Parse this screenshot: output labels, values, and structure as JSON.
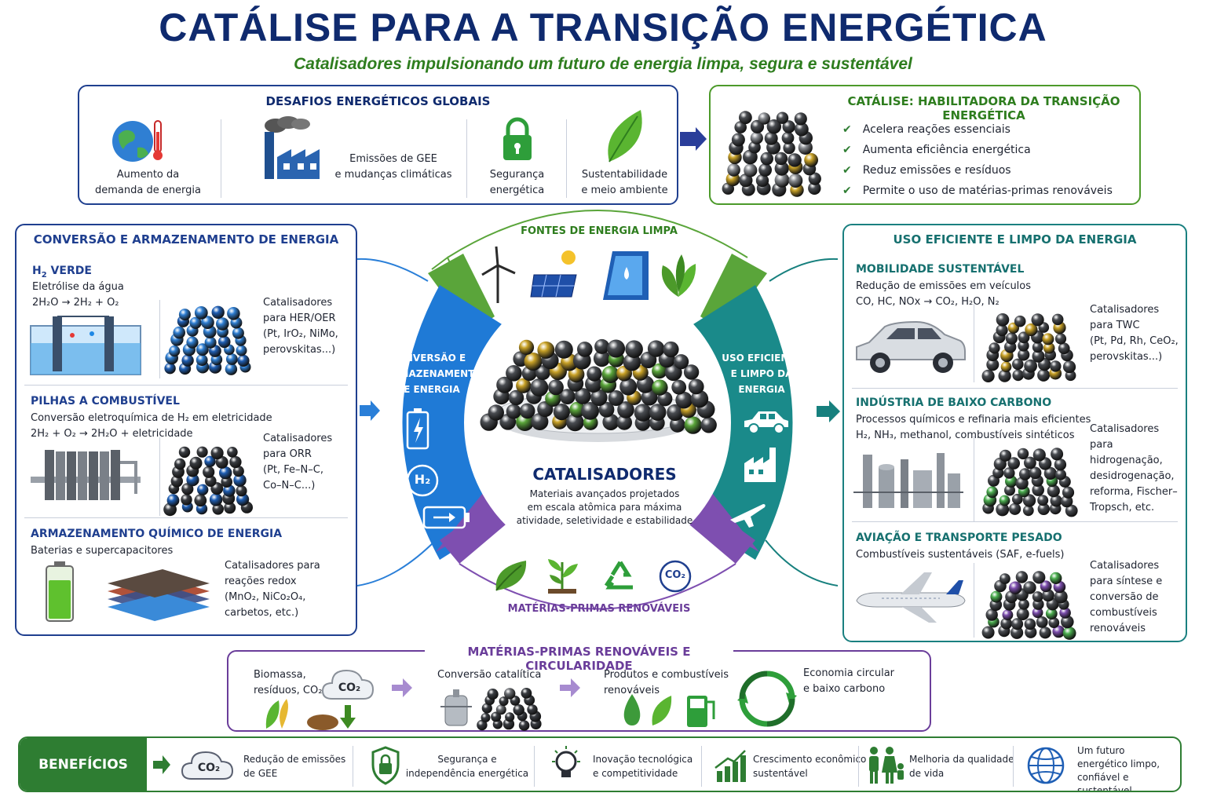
{
  "title": "CATÁLISE PARA A TRANSIÇÃO ENERGÉTICA",
  "subtitle": "Catalisadores impulsionando um futuro de energia limpa, segura e sustentável",
  "challenges": {
    "title": "DESAFIOS ENERGÉTICOS GLOBAIS",
    "items": [
      {
        "l1": "Aumento da",
        "l2": "demanda de energia",
        "icon": "globe-thermometer-icon"
      },
      {
        "l1": "Emissões de GEE",
        "l2": "e mudanças climáticas",
        "icon": "factory-icon"
      },
      {
        "l1": "Segurança",
        "l2": "energética",
        "icon": "padlock-icon"
      },
      {
        "l1": "Sustentabilidade",
        "l2": "e meio ambiente",
        "icon": "leaf-icon"
      }
    ]
  },
  "enabler": {
    "title": "CATÁLISE: HABILITADORA DA TRANSIÇÃO ENERGÉTICA",
    "items": [
      "Acelera reações essenciais",
      "Aumenta eficiência energética",
      "Reduz emissões e resíduos",
      "Permite o uso de matérias-primas renováveis"
    ]
  },
  "conversion": {
    "title": "CONVERSÃO E ARMAZENAMENTO DE ENERGIA",
    "h2": {
      "title_main": "H",
      "title_sub": "2",
      "title_rest": " VERDE",
      "desc": "Eletrólise da água",
      "eq": "2H₂O → 2H₂ + O₂",
      "cat": [
        "Catalisadores",
        "para HER/OER",
        "(Pt, IrO₂, NiMo,",
        "perovskitas...)"
      ]
    },
    "fuel": {
      "title": "PILHAS A COMBUSTÍVEL",
      "desc": "Conversão eletroquímica de H₂ em eletricidade",
      "eq": "2H₂ + O₂ → 2H₂O + eletricidade",
      "cat": [
        "Catalisadores",
        "para ORR",
        "(Pt, Fe–N–C,",
        "Co–N–C...)"
      ]
    },
    "storage": {
      "title": "ARMAZENAMENTO QUÍMICO DE ENERGIA",
      "desc": "Baterias e supercapacitores",
      "cat": [
        "Catalisadores para",
        "reações redox",
        "(MnO₂, NiCo₂O₄,",
        "carbetos, etc.)"
      ]
    }
  },
  "center": {
    "sources_title": "FONTES DE ENERGIA LIMPA",
    "left_arc": [
      "CONVERSÃO E",
      "ARMAZENAMENTO",
      "DE ENERGIA"
    ],
    "right_arc": [
      "USO EFICIENTE",
      "E LIMPO DA",
      "ENERGIA"
    ],
    "cat_title": "CATALISADORES",
    "cat_desc": [
      "Materiais avançados projetados",
      "em escala atômica para máxima",
      "atividade, seletividade e estabilidade"
    ],
    "renew_title": "MATÉRIAS-PRIMAS RENOVÁVEIS",
    "h2_label": "H₂",
    "co2_label": "CO₂"
  },
  "efficient": {
    "title": "USO EFICIENTE E LIMPO DA ENERGIA",
    "mobility": {
      "title": "MOBILIDADE SUSTENTÁVEL",
      "desc": "Redução de emissões em veículos",
      "eq": "CO, HC, NOx → CO₂, H₂O, N₂",
      "cat": [
        "Catalisadores",
        "para TWC",
        "(Pt, Pd, Rh, CeO₂,",
        "perovskitas...)"
      ]
    },
    "industry": {
      "title": "INDÚSTRIA DE BAIXO CARBONO",
      "desc": "Processos químicos e refinaria mais eficientes",
      "eq": "H₂, NH₃, methanol, combustíveis sintéticos",
      "cat": [
        "Catalisadores",
        "para hidrogenação,",
        "desidrogenação,",
        "reforma, Fischer–",
        "Tropsch, etc."
      ]
    },
    "aviation": {
      "title": "AVIAÇÃO E TRANSPORTE PESADO",
      "desc": "Combustíveis sustentáveis (SAF, e-fuels)",
      "cat": [
        "Catalisadores",
        "para síntese e",
        "conversão de",
        "combustíveis",
        "renováveis"
      ]
    }
  },
  "circular": {
    "title": "MATÉRIAS-PRIMAS RENOVÁVEIS E CIRCULARIDADE",
    "feed": [
      "Biomassa,",
      "resíduos, CO₂"
    ],
    "cloud": "CO₂",
    "conversion": "Conversão catalítica",
    "products": [
      "Produtos e combustíveis",
      "renováveis"
    ],
    "economy": [
      "Economia circular",
      "e baixo carbono"
    ]
  },
  "benefits": {
    "label": "BENEFÍCIOS",
    "cloud": "CO₂",
    "items": [
      {
        "l1": "Redução de emissões",
        "l2": "de GEE",
        "icon": "co2-cloud-icon"
      },
      {
        "l1": "Segurança e",
        "l2": "independência energética",
        "icon": "shield-lock-icon"
      },
      {
        "l1": "Inovação tecnológica",
        "l2": "e competitividade",
        "icon": "lightbulb-icon"
      },
      {
        "l1": "Crescimento econômico",
        "l2": "sustentável",
        "icon": "growth-chart-icon"
      },
      {
        "l1": "Melhoria da qualidade",
        "l2": "de vida",
        "icon": "family-icon"
      },
      {
        "l1": "Um futuro",
        "l2": "energético limpo,",
        "l3": "confiável e sustentável",
        "icon": "globe-icon"
      }
    ]
  },
  "colors": {
    "navy": "#0f2a6e",
    "green": "#2e7d1e",
    "blue": "#1f6fd1",
    "teal": "#17807e",
    "purple": "#6a3d9a"
  }
}
